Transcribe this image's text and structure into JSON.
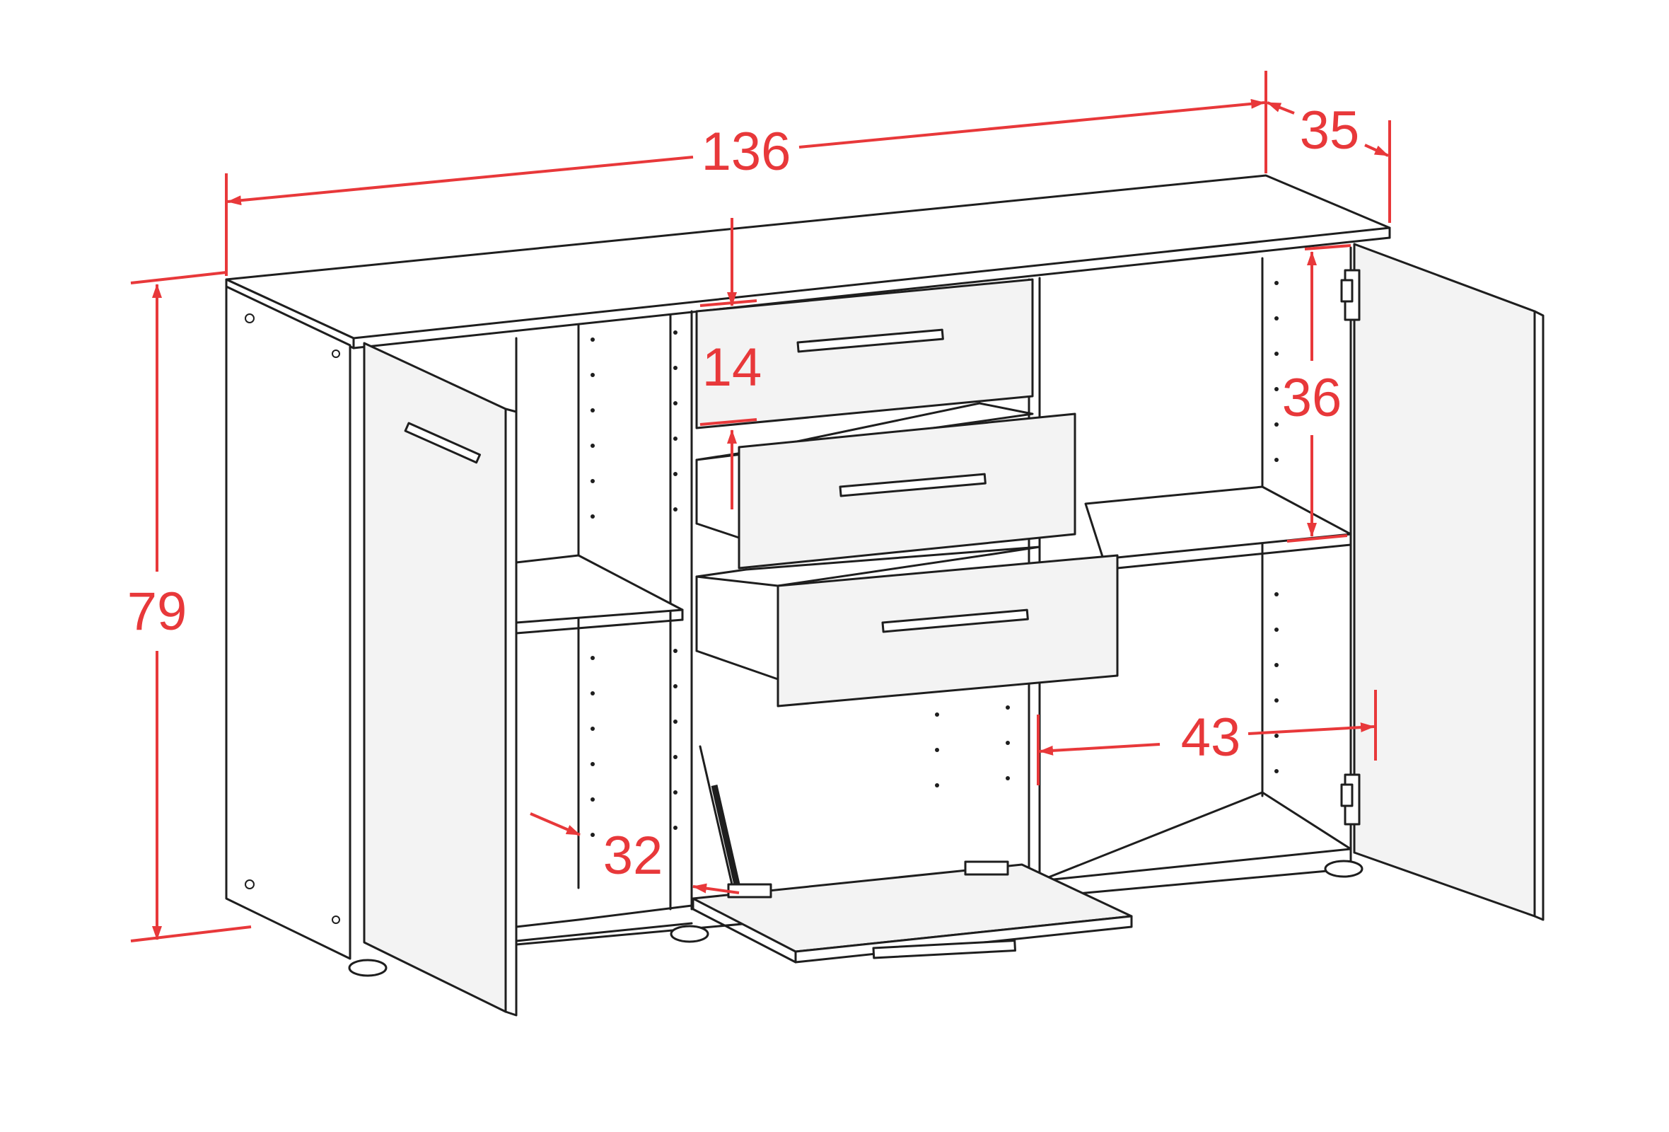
{
  "dimensions": {
    "width": "136",
    "depth": "35",
    "height": "79",
    "drawer_height": "14",
    "shelf_height": "36",
    "compartment_width": "43",
    "inner_depth": "32"
  },
  "colors": {
    "dimension": "#e8383a",
    "outline": "#1e1e1e",
    "panel": "#ffffff",
    "front": "#f3f3f3"
  }
}
